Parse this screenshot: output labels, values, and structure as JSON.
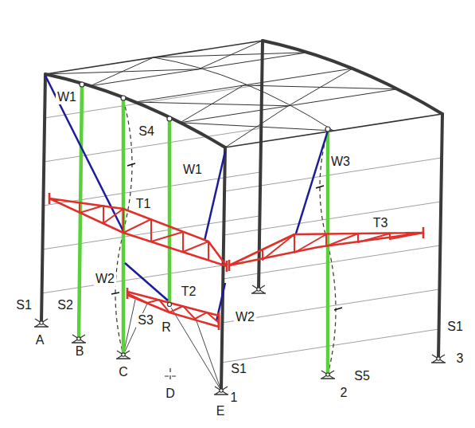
{
  "diagram": {
    "labels": [
      "W1",
      "S4",
      "W1",
      "W3",
      "T1",
      "T3",
      "W2",
      "T2",
      "S1",
      "S2",
      "S3",
      "R",
      "W2",
      "S1",
      "A",
      "B",
      "C",
      "S1",
      "S5",
      "D",
      "2",
      "3",
      "E",
      "1"
    ]
  }
}
